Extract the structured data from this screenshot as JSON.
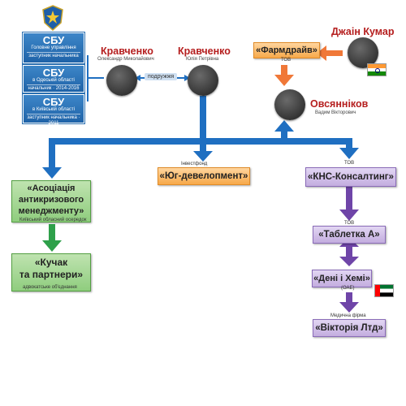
{
  "colors": {
    "blue": "#1f6fc1",
    "orange": "#f07838",
    "green": "#2ea04a",
    "purple": "#6f45a8",
    "name_red": "#b51e1e"
  },
  "sbu": {
    "emblem": "shield-emblem-icon",
    "cards": [
      {
        "title": "СБУ",
        "sub": "Головне управління",
        "role": "заступник начальника"
      },
      {
        "title": "СБУ",
        "sub": "в Одеській області",
        "role": "начальник · 2014-2016"
      },
      {
        "title": "СБУ",
        "sub": "в Київській області",
        "role": "заступник начальника · 2011"
      }
    ]
  },
  "persons": {
    "kravchenko_o": {
      "surname": "Кравченко",
      "full": "Олександр Миколайович"
    },
    "kravchenko_yu": {
      "surname": "Кравченко",
      "full": "Юлія Петрівна"
    },
    "kumar": {
      "surname": "Джаін Кумар"
    },
    "ovsiannikov": {
      "surname": "Овсянніков",
      "full": "Вадим Вікторович"
    }
  },
  "spouses_label": "подружжя",
  "companies": {
    "farmdrive": {
      "name": "«Фармдрайв»",
      "type": "ТОВ"
    },
    "yug": {
      "type": "Інвестфонд",
      "name": "«Юг-девелопмент»"
    },
    "kns": {
      "type": "ТОВ",
      "name": "«КНС-Консалтинг»"
    },
    "asotsiatsiya": {
      "name_lines": [
        "«Асоціація",
        "антикризового",
        "менеджменту»"
      ],
      "caption": "Київський обласний осередок"
    },
    "kuchak": {
      "name_lines": [
        "«Кучак",
        "та партнери»"
      ],
      "caption": "адвокатське об'єднання"
    },
    "tabletka": {
      "type": "ТОВ",
      "name": "«Таблетка А»"
    },
    "deni": {
      "name": "«Дені і Хемі»",
      "caption": "(ОАЕ)"
    },
    "viktoriya": {
      "type": "Медична фірма",
      "name": "«Вікторія Лтд»"
    }
  },
  "flags": {
    "india": "india-flag-icon",
    "uae": "uae-flag-icon"
  }
}
